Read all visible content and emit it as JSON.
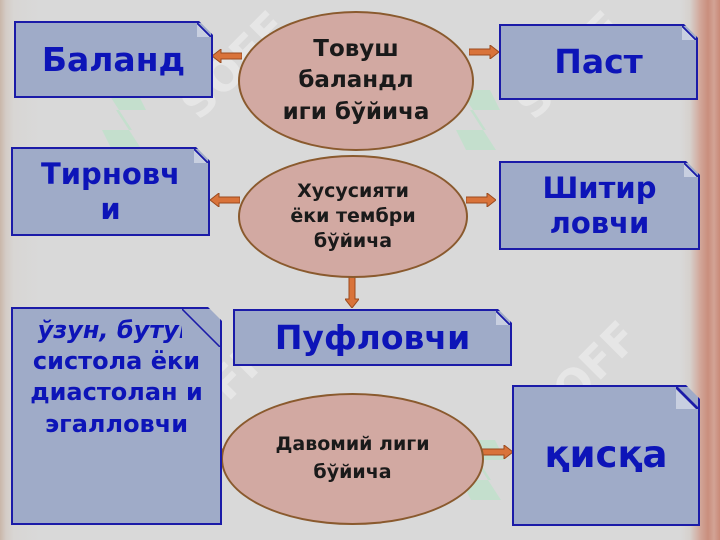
{
  "nodes": {
    "center_pitch": "Товуш баландл иги бўйича",
    "center_property": "Хусусияти ёки тембри бўйича",
    "center_duration": "Давомий лиги бўйича",
    "left_high": "Баланд",
    "right_low": "Паст",
    "left_scratching": "Тирновч и",
    "right_rustling": "Шитир ловчи",
    "bottom_blowing": "Пуфловчи",
    "left_long": "ўзун, бутун систола ёки диастолан и эгалловчи",
    "right_short": "қисқа"
  },
  "watermark": "SOFF",
  "colors": {
    "box_fill": "#9fabc8",
    "box_border": "#1b1ba8",
    "box_text": "#0d14b8",
    "oval_fill": "#d2a9a2",
    "oval_border": "#8a5a2e",
    "arrow": "#d9733a"
  }
}
